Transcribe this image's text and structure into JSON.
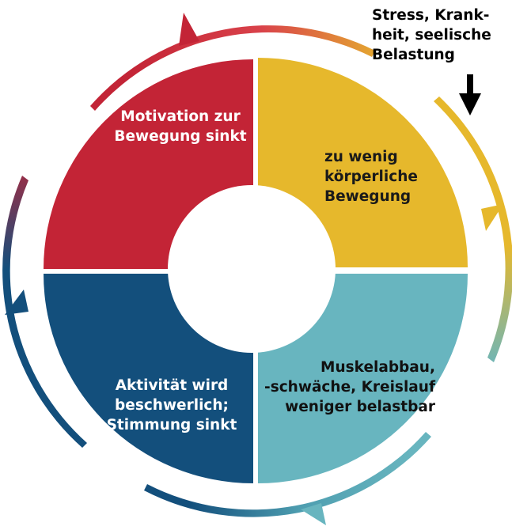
{
  "diagram": {
    "segments": [
      {
        "id": "red",
        "color": "#c32436",
        "lines": [
          "Motivation zur",
          "Bewegung sinkt"
        ]
      },
      {
        "id": "yellow",
        "color": "#e6b82c",
        "lines": [
          "zu wenig",
          "körperliche",
          "Bewegung"
        ]
      },
      {
        "id": "teal",
        "color": "#68b5bf",
        "lines": [
          "Muskelabbau,",
          "-schwäche, Kreislauf",
          "weniger belastbar"
        ]
      },
      {
        "id": "blue",
        "color": "#134f7c",
        "lines": [
          "Aktivität wird",
          "beschwerlich;",
          "Stimmung sinkt"
        ]
      }
    ],
    "trigger": {
      "lines": [
        "Stress, Krank-",
        "heit, seelische",
        "Belastung"
      ],
      "arrow": "down-arrow"
    },
    "center": {
      "color": "#ffffff"
    }
  }
}
